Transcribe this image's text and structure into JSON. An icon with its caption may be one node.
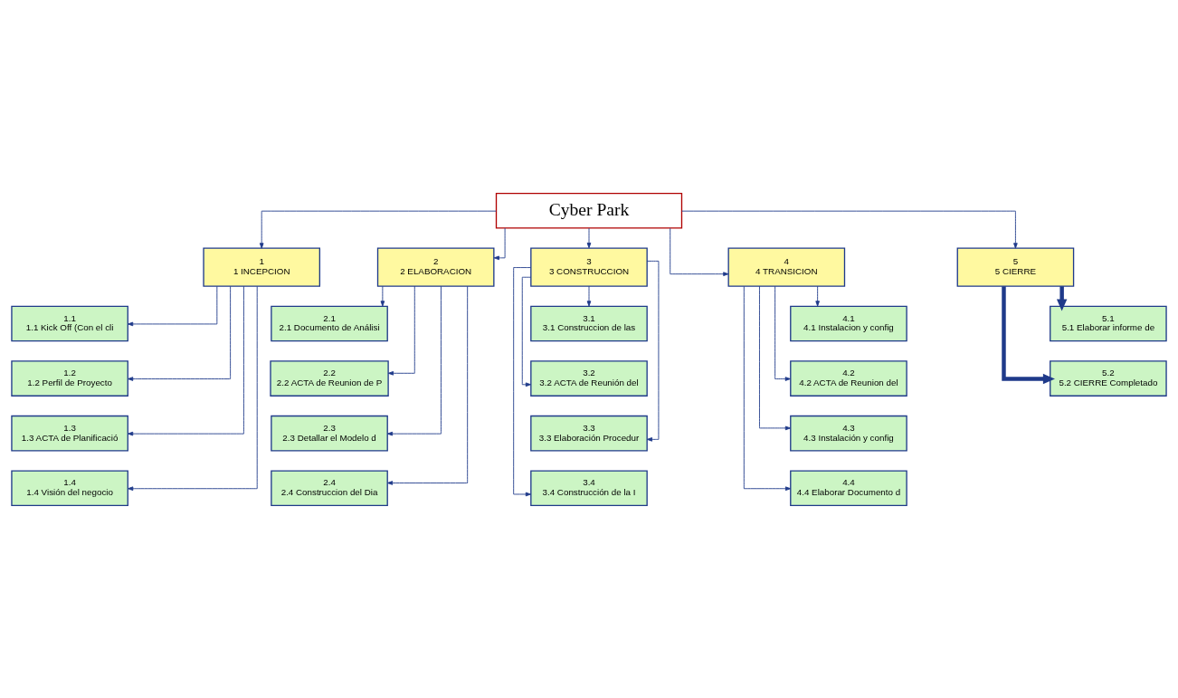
{
  "diagram": {
    "nodes": [
      {
        "text": [
          "Cyber Park"
        ]
      },
      {
        "text": [
          "1",
          "1 INCEPCION"
        ]
      },
      {
        "text": [
          "2",
          "2 ELABORACION"
        ]
      },
      {
        "text": [
          "3",
          "3 CONSTRUCCION"
        ]
      },
      {
        "text": [
          "4",
          "4 TRANSICION"
        ]
      },
      {
        "text": [
          "5",
          "5 CIERRE"
        ]
      },
      {
        "text": [
          "1.1",
          "1.1 Kick Off (Con el cli"
        ]
      },
      {
        "text": [
          "1.2",
          "1.2 Perfil de Proyecto"
        ]
      },
      {
        "text": [
          "1.3",
          "1.3 ACTA de Planificació"
        ]
      },
      {
        "text": [
          "1.4",
          "1.4 Visión del negocio"
        ]
      },
      {
        "text": [
          "2.1",
          "2.1 Documento de Análisi"
        ]
      },
      {
        "text": [
          "2.2",
          "2.2 ACTA de Reunion de P"
        ]
      },
      {
        "text": [
          "2.3",
          "2.3 Detallar el Modelo d"
        ]
      },
      {
        "text": [
          "2.4",
          "2.4 Construccion del Dia"
        ]
      },
      {
        "text": [
          "3.1",
          "3.1 Construccion de las"
        ]
      },
      {
        "text": [
          "3.2",
          "3.2 ACTA de Reunión del"
        ]
      },
      {
        "text": [
          "3.3",
          "3.3 Elaboración Procedur"
        ]
      },
      {
        "text": [
          "3.4",
          "3.4 Construcción de la I"
        ]
      },
      {
        "text": [
          "4.1",
          "4.1 Instalacion y config"
        ]
      },
      {
        "text": [
          "4.2",
          "4.2 ACTA de Reunion del"
        ]
      },
      {
        "text": [
          "4.3",
          "4.3 Instalación y config"
        ]
      },
      {
        "text": [
          "4.4",
          "4.4 Elaborar Documento d"
        ]
      },
      {
        "text": [
          "5.1",
          "5.1 Elaborar informe de"
        ]
      },
      {
        "text": [
          "5.2",
          "5.2 CIERRE Completado"
        ]
      }
    ],
    "edges": [
      {
        "from": 0,
        "to": 1,
        "arrow": "to"
      },
      {
        "from": 0,
        "to": 2,
        "arrow": "to"
      },
      {
        "from": 0,
        "to": 3,
        "arrow": "to"
      },
      {
        "from": 0,
        "to": 4,
        "arrow": "to"
      },
      {
        "from": 0,
        "to": 5,
        "arrow": "to"
      },
      {
        "from": 1,
        "to": 6,
        "arrow": "to"
      },
      {
        "from": 1,
        "to": 7,
        "arrow": "to"
      },
      {
        "from": 1,
        "to": 8,
        "arrow": "to"
      },
      {
        "from": 1,
        "to": 9,
        "arrow": "to"
      },
      {
        "from": 2,
        "to": 10,
        "arrow": "to"
      },
      {
        "from": 2,
        "to": 11,
        "arrow": "to"
      },
      {
        "from": 2,
        "to": 12,
        "arrow": "to"
      },
      {
        "from": 2,
        "to": 13,
        "arrow": "to"
      },
      {
        "from": 3,
        "to": 14,
        "arrow": "to"
      },
      {
        "from": 3,
        "to": 15,
        "arrow": "to"
      },
      {
        "from": 3,
        "to": 16,
        "arrow": "to"
      },
      {
        "from": 3,
        "to": 17,
        "arrow": "to"
      },
      {
        "from": 4,
        "to": 18,
        "arrow": "to"
      },
      {
        "from": 4,
        "to": 19,
        "arrow": "to"
      },
      {
        "from": 4,
        "to": 20,
        "arrow": "to"
      },
      {
        "from": 4,
        "to": 21,
        "arrow": "to"
      },
      {
        "from": 5,
        "to": 22,
        "arrow": "to",
        "style": "thick"
      },
      {
        "from": 5,
        "to": 23,
        "arrow": "to",
        "style": "thick"
      }
    ]
  }
}
